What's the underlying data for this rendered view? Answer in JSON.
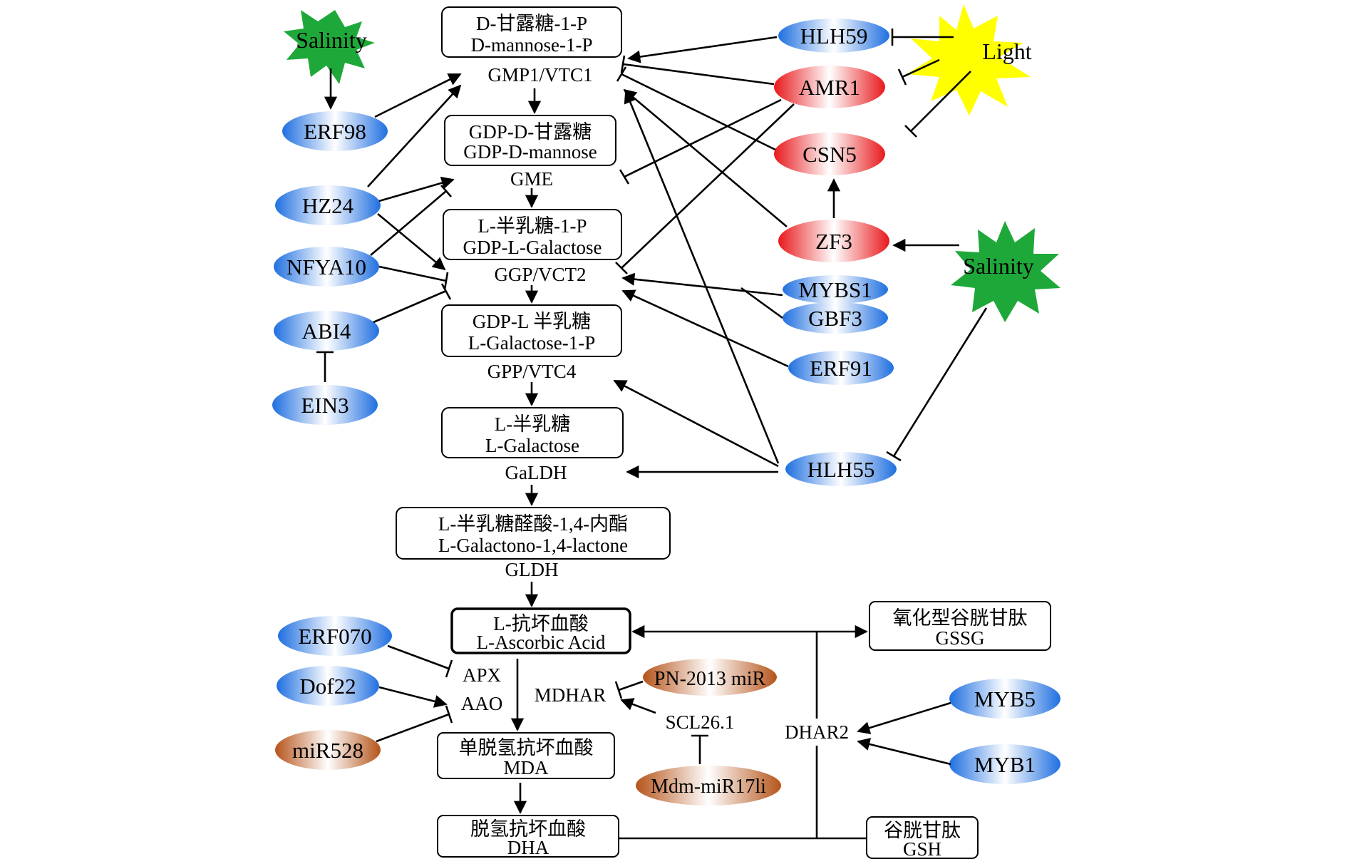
{
  "metabolites": [
    {
      "id": "m1",
      "zh": "D-甘露糖-1-P",
      "en": "D-mannose-1-P"
    },
    {
      "id": "m2",
      "zh": "GDP-D-甘露糖",
      "en": "GDP-D-mannose"
    },
    {
      "id": "m3",
      "zh": "L-半乳糖-1-P",
      "en": "GDP-L-Galactose"
    },
    {
      "id": "m4",
      "zh": "GDP-L 半乳糖",
      "en": "L-Galactose-1-P"
    },
    {
      "id": "m5",
      "zh": "L-半乳糖",
      "en": "L-Galactose"
    },
    {
      "id": "m6",
      "zh": "L-半乳糖醛酸-1,4-内酯",
      "en": "L-Galactono-1,4-lactone"
    },
    {
      "id": "m7",
      "zh": "L-抗坏血酸",
      "en": "L-Ascorbic Acid"
    },
    {
      "id": "m8",
      "zh": "单脱氢抗坏血酸",
      "en": "MDA"
    },
    {
      "id": "m9",
      "zh": "脱氢抗坏血酸",
      "en": "DHA"
    },
    {
      "id": "m10",
      "zh": "氧化型谷胱甘肽",
      "en": "GSSG"
    },
    {
      "id": "m11",
      "zh": "谷胱甘肽",
      "en": "GSH"
    }
  ],
  "enzymes": [
    {
      "id": "e1",
      "label": "GMP1/VTC1"
    },
    {
      "id": "e2",
      "label": "GME"
    },
    {
      "id": "e3",
      "label": "GGP/VCT2"
    },
    {
      "id": "e4",
      "label": "GPP/VTC4"
    },
    {
      "id": "e5",
      "label": "GaLDH"
    },
    {
      "id": "e6",
      "label": "GLDH"
    },
    {
      "id": "e7",
      "label": "APX"
    },
    {
      "id": "e8",
      "label": "AAO"
    },
    {
      "id": "e9",
      "label": "MDHAR"
    },
    {
      "id": "e10",
      "label": "SCL26.1"
    },
    {
      "id": "e11",
      "label": "DHAR2"
    }
  ],
  "regulators": [
    {
      "id": "r1",
      "label": "ERF98",
      "color": "blue"
    },
    {
      "id": "r2",
      "label": "HZ24",
      "color": "blue"
    },
    {
      "id": "r3",
      "label": "NFYA10",
      "color": "blue"
    },
    {
      "id": "r4",
      "label": "ABI4",
      "color": "blue"
    },
    {
      "id": "r5",
      "label": "EIN3",
      "color": "blue"
    },
    {
      "id": "r6",
      "label": "HLH59",
      "color": "blue"
    },
    {
      "id": "r7",
      "label": "AMR1",
      "color": "red"
    },
    {
      "id": "r8",
      "label": "CSN5",
      "color": "red"
    },
    {
      "id": "r9",
      "label": "ZF3",
      "color": "red"
    },
    {
      "id": "r10",
      "label": "MYBS1",
      "color": "blue"
    },
    {
      "id": "r11",
      "label": "GBF3",
      "color": "blue"
    },
    {
      "id": "r12",
      "label": "ERF91",
      "color": "blue"
    },
    {
      "id": "r13",
      "label": "HLH55",
      "color": "blue"
    },
    {
      "id": "r14",
      "label": "ERF070",
      "color": "blue"
    },
    {
      "id": "r15",
      "label": "Dof22",
      "color": "blue"
    },
    {
      "id": "r16",
      "label": "miR528",
      "color": "orange"
    },
    {
      "id": "r17",
      "label": "PN-2013 miR",
      "color": "orange"
    },
    {
      "id": "r18",
      "label": "Mdm-miR17li",
      "color": "orange"
    },
    {
      "id": "r19",
      "label": "MYB5",
      "color": "blue"
    },
    {
      "id": "r20",
      "label": "MYB1",
      "color": "blue"
    }
  ],
  "signals": [
    {
      "id": "s1",
      "label": "Salinity"
    },
    {
      "id": "s2",
      "label": "Light"
    },
    {
      "id": "s3",
      "label": "Salinity"
    }
  ],
  "colors": {
    "blue": "#1f6fe0",
    "red": "#e8191c",
    "orange": "#b5541a",
    "salinity": "#1fa83a",
    "light": "#ffff00"
  }
}
